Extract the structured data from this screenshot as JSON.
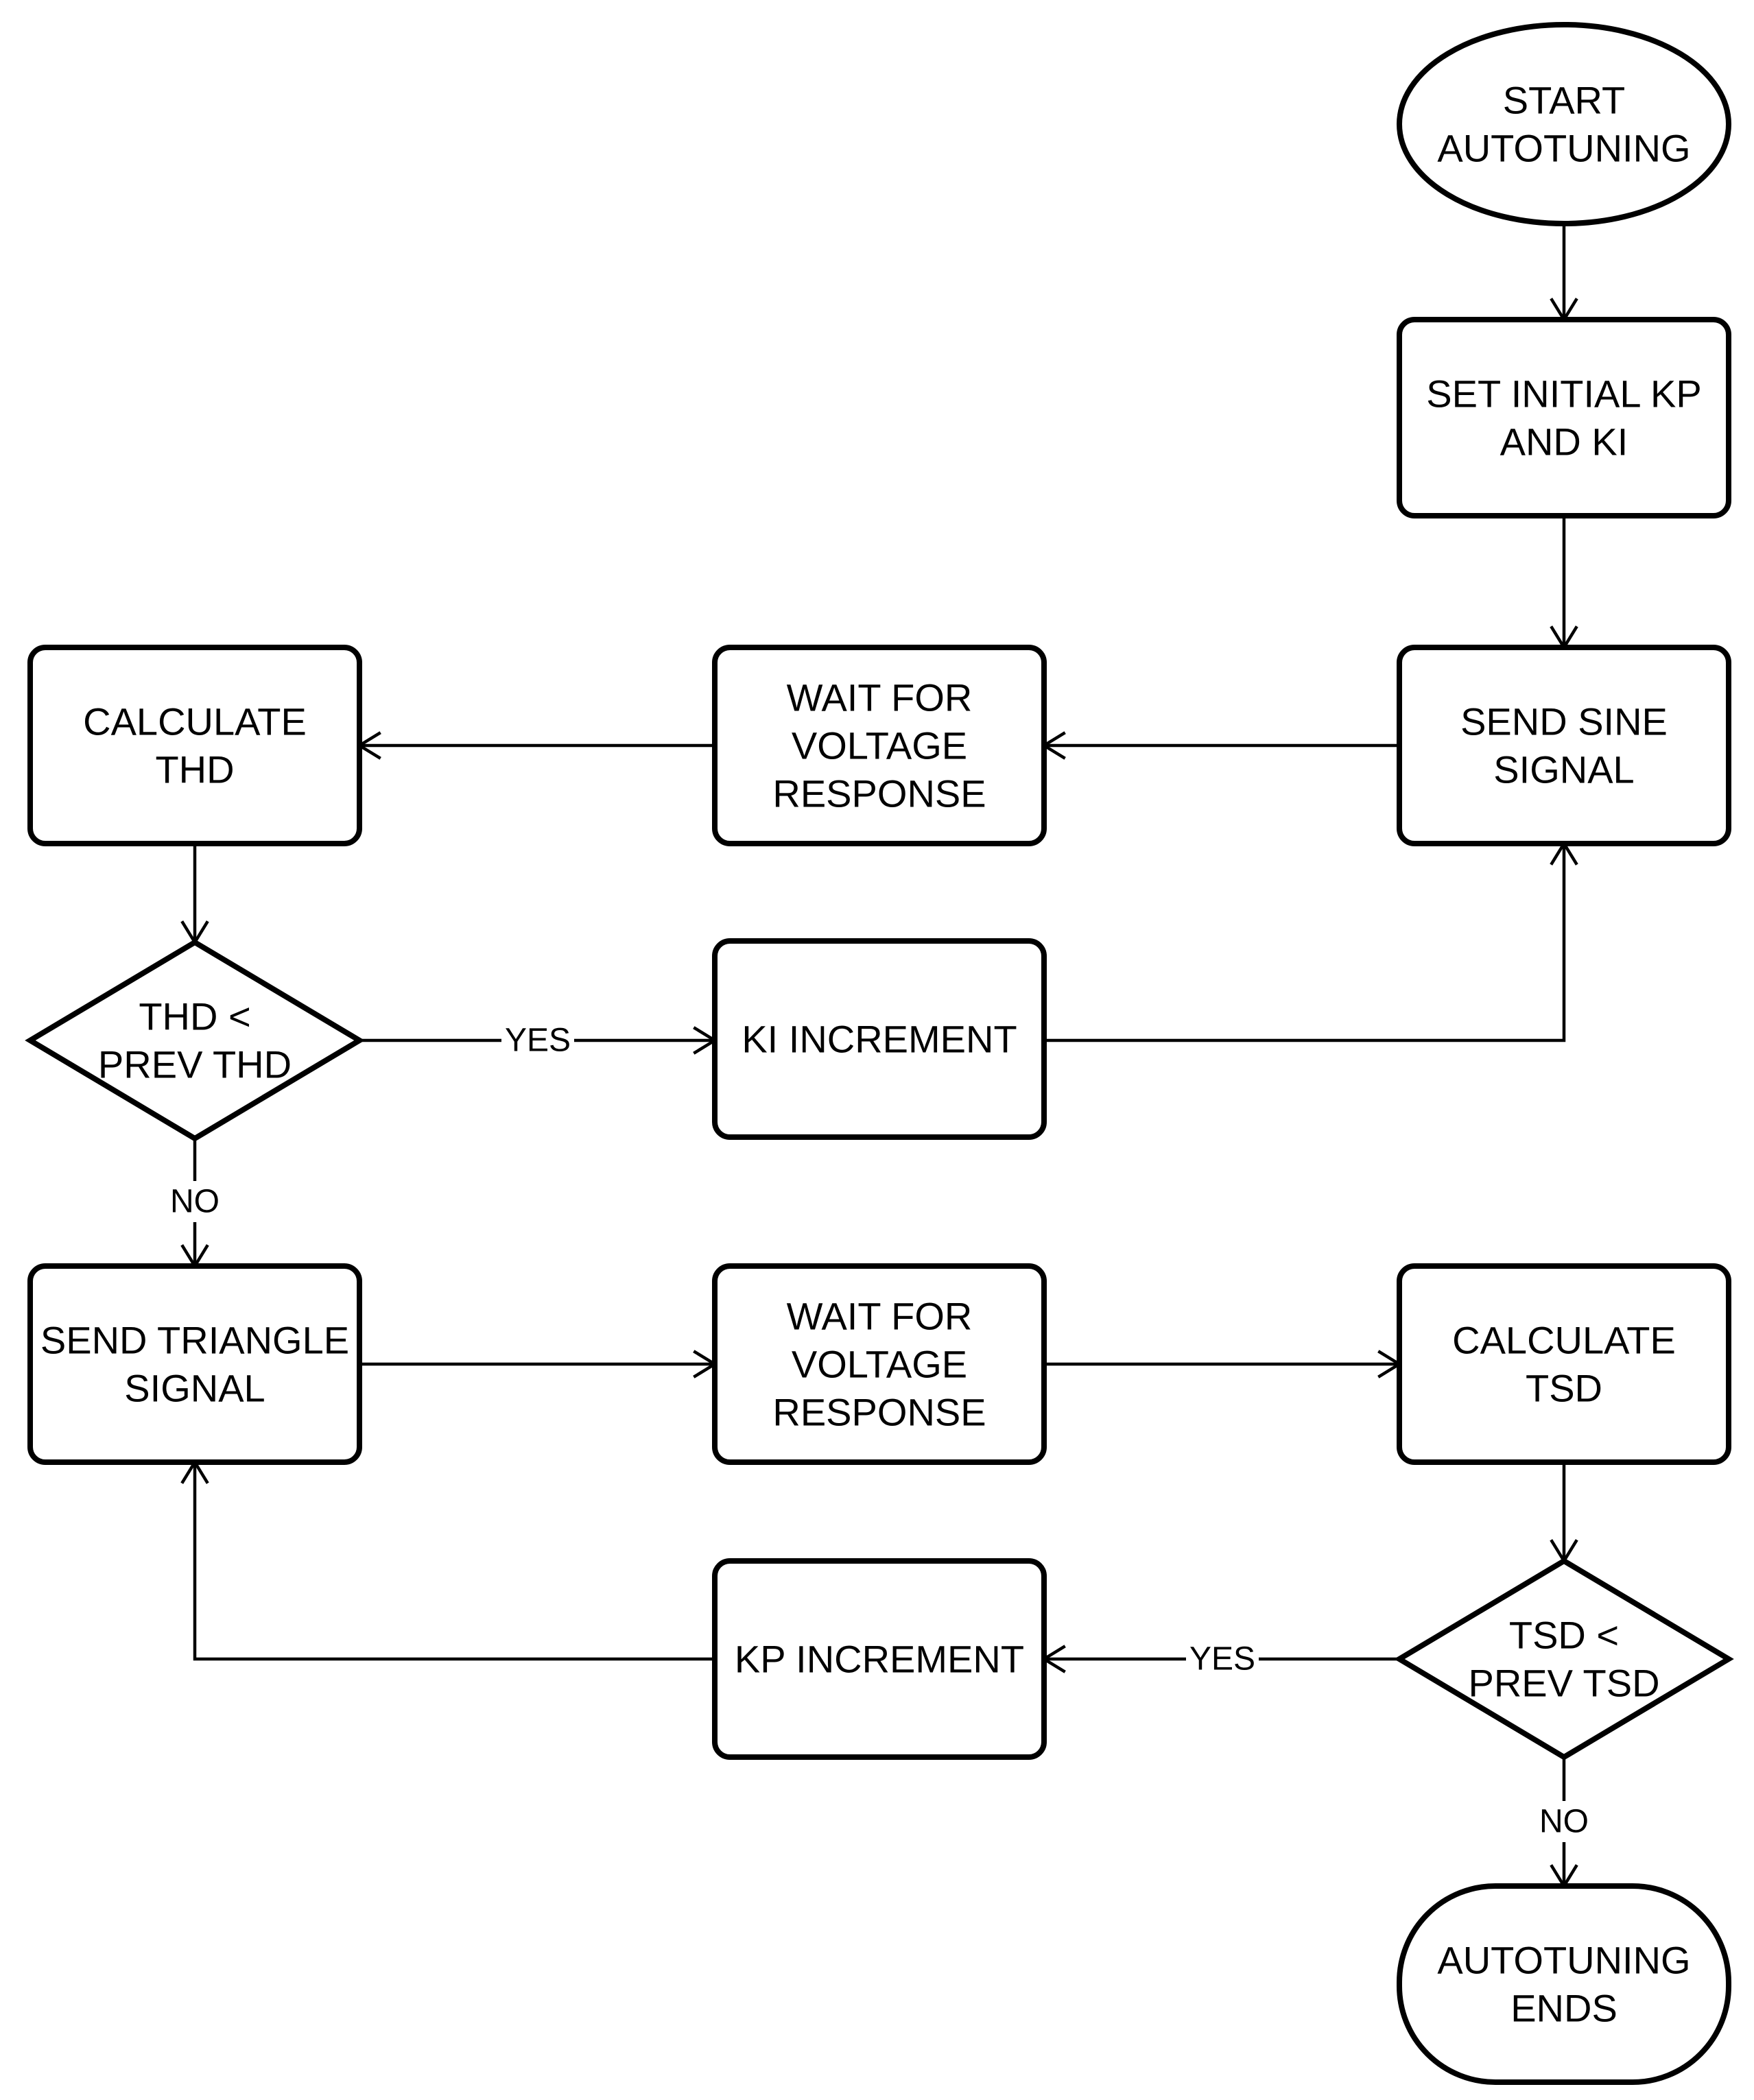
{
  "colors": {
    "stroke": "#000000",
    "fill": "#ffffff",
    "background": "#ffffff"
  },
  "nodes": {
    "start": {
      "shape": "ellipse",
      "lines": [
        "START",
        "AUTOTUNING"
      ]
    },
    "set_initial": {
      "shape": "rounded-rect",
      "lines": [
        "SET INITIAL KP",
        "AND KI"
      ]
    },
    "send_sine": {
      "shape": "rounded-rect",
      "lines": [
        "SEND SINE",
        "SIGNAL"
      ]
    },
    "wait_1": {
      "shape": "rounded-rect",
      "lines": [
        "WAIT FOR",
        "VOLTAGE",
        "RESPONSE"
      ]
    },
    "calc_thd": {
      "shape": "rounded-rect",
      "lines": [
        "CALCULATE",
        "THD"
      ]
    },
    "thd_decision": {
      "shape": "diamond",
      "lines": [
        "THD <",
        "PREV THD"
      ]
    },
    "ki_increment": {
      "shape": "rounded-rect",
      "lines": [
        "KI INCREMENT"
      ]
    },
    "send_triangle": {
      "shape": "rounded-rect",
      "lines": [
        "SEND TRIANGLE",
        "SIGNAL"
      ]
    },
    "wait_2": {
      "shape": "rounded-rect",
      "lines": [
        "WAIT FOR",
        "VOLTAGE",
        "RESPONSE"
      ]
    },
    "calc_tsd": {
      "shape": "rounded-rect",
      "lines": [
        "CALCULATE",
        "TSD"
      ]
    },
    "tsd_decision": {
      "shape": "diamond",
      "lines": [
        "TSD <",
        "PREV TSD"
      ]
    },
    "kp_increment": {
      "shape": "rounded-rect",
      "lines": [
        "KP INCREMENT"
      ]
    },
    "end": {
      "shape": "terminal",
      "lines": [
        "AUTOTUNING",
        "ENDS"
      ]
    }
  },
  "edges": [
    {
      "from": "start",
      "to": "set_initial",
      "label": ""
    },
    {
      "from": "set_initial",
      "to": "send_sine",
      "label": ""
    },
    {
      "from": "send_sine",
      "to": "wait_1",
      "label": ""
    },
    {
      "from": "wait_1",
      "to": "calc_thd",
      "label": ""
    },
    {
      "from": "calc_thd",
      "to": "thd_decision",
      "label": ""
    },
    {
      "from": "thd_decision",
      "to": "ki_increment",
      "label": "YES"
    },
    {
      "from": "ki_increment",
      "to": "send_sine",
      "label": ""
    },
    {
      "from": "thd_decision",
      "to": "send_triangle",
      "label": "NO"
    },
    {
      "from": "send_triangle",
      "to": "wait_2",
      "label": ""
    },
    {
      "from": "wait_2",
      "to": "calc_tsd",
      "label": ""
    },
    {
      "from": "calc_tsd",
      "to": "tsd_decision",
      "label": ""
    },
    {
      "from": "tsd_decision",
      "to": "kp_increment",
      "label": "YES"
    },
    {
      "from": "kp_increment",
      "to": "send_triangle",
      "label": ""
    },
    {
      "from": "tsd_decision",
      "to": "end",
      "label": "NO"
    }
  ]
}
